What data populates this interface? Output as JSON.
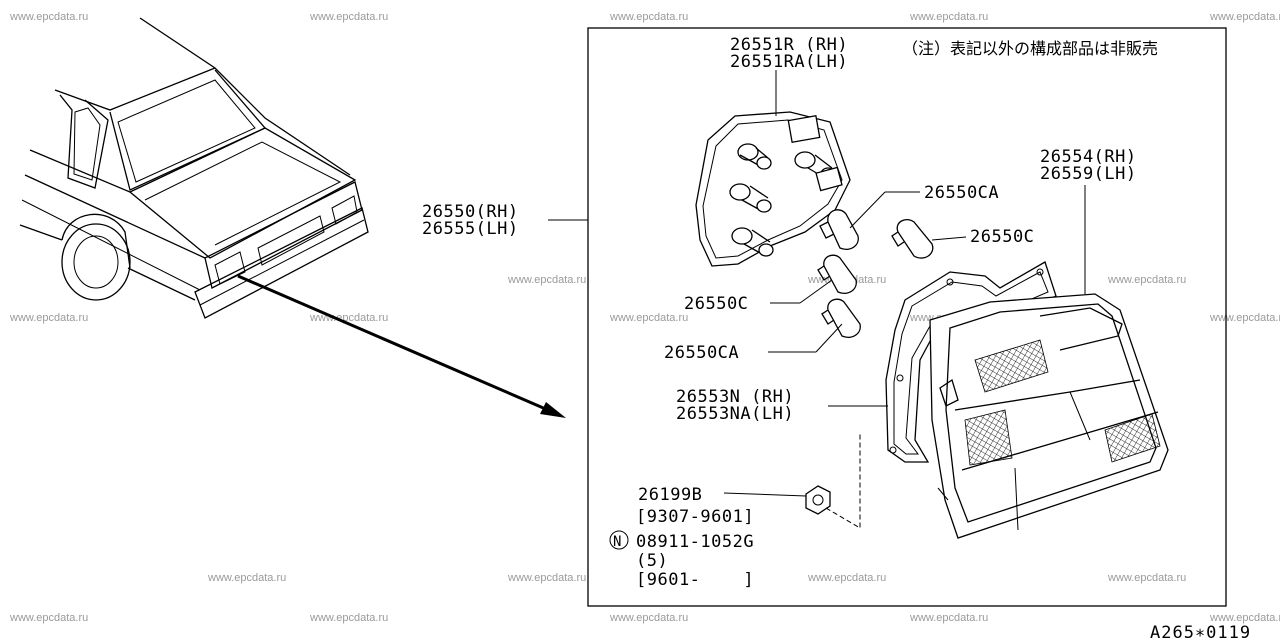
{
  "watermark": "www.epcdata.ru",
  "note": "（注）表記以外の構成部品は非販売",
  "diagram_code": "A265∗0119",
  "parts": {
    "p26551_rh": "26551R (RH)",
    "p26551_lh": "26551RA(LH)",
    "p26550_rh": "26550(RH)",
    "p26555_lh": "26555(LH)",
    "p26550ca_top": "26550CA",
    "p26550c_right": "26550C",
    "p26550c_left": "26550C",
    "p26550ca_bottom": "26550CA",
    "p26554_rh": "26554(RH)",
    "p26559_lh": "26559(LH)",
    "p26553n_rh": "26553N (RH)",
    "p26553na_lh": "26553NA(LH)",
    "p26199b": "26199B",
    "p26199b_range": "[9307-9601]",
    "n_symbol": "N",
    "p08911": "08911-1052G",
    "p08911_qty": "(5)",
    "p08911_range": "[9601-    ]"
  }
}
